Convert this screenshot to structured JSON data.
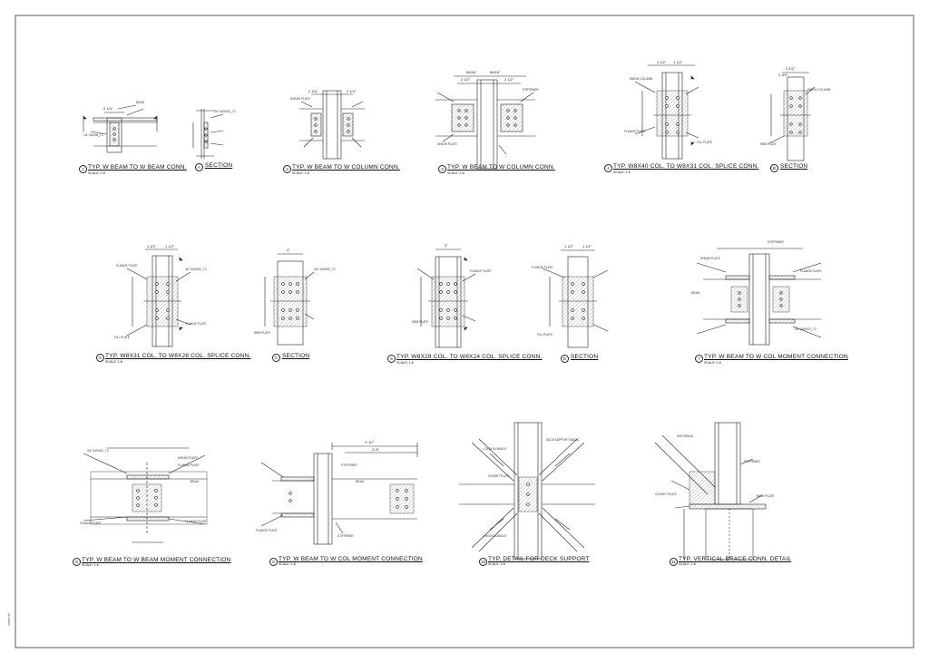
{
  "details": [
    {
      "id": "det-1",
      "bubble": "1",
      "title": "TYP. W BEAM TO W BEAM CONN.",
      "scale": "SCALE: 1:8"
    },
    {
      "id": "det-a",
      "bubble": "A",
      "title": "SECTION",
      "scale": ""
    },
    {
      "id": "det-2",
      "bubble": "2",
      "title": "TYP. W BEAM TO W COLUMN CONN.",
      "scale": "SCALE: 1:8"
    },
    {
      "id": "det-3",
      "bubble": "3",
      "title": "TYP. W BEAM TO W COLUMN CONN.",
      "scale": "SCALE: 1:8"
    },
    {
      "id": "det-4",
      "bubble": "4",
      "title": "TYP. W8X40 COL. TO W8X31 COL. SPLICE CONN.",
      "scale": "SCALE: 1:8"
    },
    {
      "id": "det-b",
      "bubble": "B",
      "title": "SECTION",
      "scale": ""
    },
    {
      "id": "det-5",
      "bubble": "5",
      "title": "TYP. W8X31 COL. TO W8X28 COL. SPLICE CONN.",
      "scale": "SCALE: 1:8"
    },
    {
      "id": "det-c",
      "bubble": "C",
      "title": "SECTION",
      "scale": ""
    },
    {
      "id": "det-6",
      "bubble": "6",
      "title": "TYP. W8X28 COL. TO W8X24 COL. SPLICE CONN.",
      "scale": "SCALE: 1:8"
    },
    {
      "id": "det-d",
      "bubble": "D",
      "title": "SECTION",
      "scale": ""
    },
    {
      "id": "det-7",
      "bubble": "7",
      "title": "TYP. W BEAM TO W COL MOMENT CONNECTION",
      "scale": "SCALE: 1:8"
    },
    {
      "id": "det-8",
      "bubble": "8",
      "title": "TYP. W BEAM TO W BEAM MOMENT CONNECTION",
      "scale": "SCALE: 1:8"
    },
    {
      "id": "det-9",
      "bubble": "9",
      "title": "TYP. W BEAM TO W COL MOMENT CONNECTION",
      "scale": "SCALE: 1:8"
    },
    {
      "id": "det-10",
      "bubble": "10",
      "title": "TYP. DETAIL FOR DECK SUPPORT",
      "scale": "SCALE: 1:8"
    },
    {
      "id": "det-11",
      "bubble": "11",
      "title": "TYP. VERTICAL BRACE CONN. DETAIL",
      "scale": "SCALE: 1:8"
    }
  ],
  "dims": {
    "d1a": "2 1/4\"",
    "d2a": "2 1/4\"",
    "d2b": "2 1/4\"",
    "d3a": "65/16\"",
    "d3b": "65/16\"",
    "d3c": "2 1/2\"",
    "d3d": "2 1/2\"",
    "d4a": "1 1/2\"",
    "d4b": "1 1/2\"",
    "dba": "1 1/2\"",
    "dbb": "2 3/4\"",
    "d5a": "1 1/2\"",
    "d5b": "1 1/2\"",
    "dc": "4\"",
    "d6": "3\"",
    "dda": "1 1/2\"",
    "ddb": "1 1/2\"",
    "d9a": "2'-10\"",
    "d9b": "2'-8\""
  },
  "notes": {
    "n1": "1/4\" A325N_TC",
    "n2": "SECTION",
    "n3": "BEAM",
    "n4": "STIFFENER",
    "n5": "SHEAR PLATE",
    "n6": "FLANGE PLATE",
    "n7": "3/4\" A490SC_TC",
    "n8": "W8X40 COLUMN",
    "n9": "FILL PLATE",
    "n10": "WEB PLATE",
    "n11": "GUSSET PLATE",
    "n12": "DECK SUPPORT ANGLE",
    "n13": "L 3X3X1/4 ANGLE",
    "n14": "W8X31 COLUMN",
    "n15": "HSS BRACE",
    "n16": "BASE PLATE"
  },
  "side_text": "sheet ref"
}
